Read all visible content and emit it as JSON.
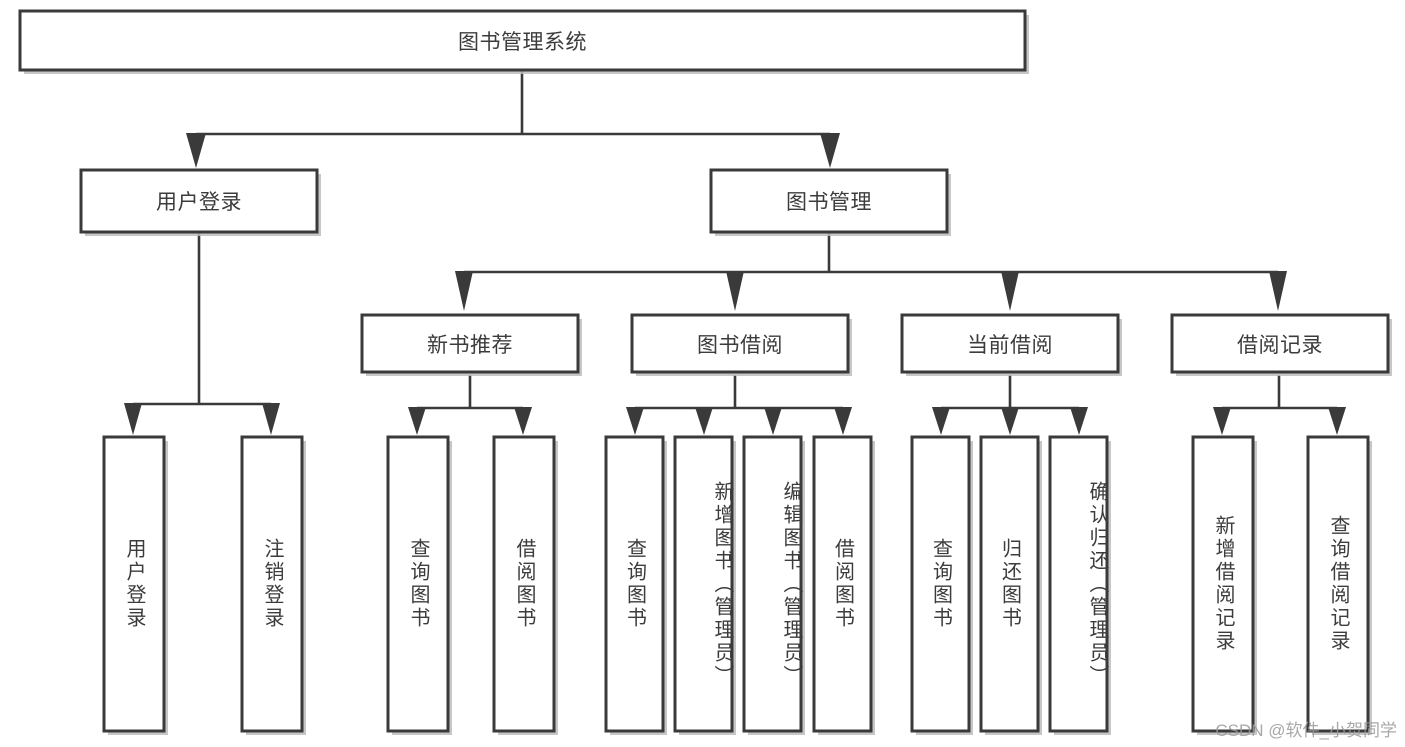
{
  "diagram": {
    "title": "图书管理系统",
    "type": "tree",
    "root": {
      "id": "root",
      "label": "图书管理系统"
    },
    "level2": [
      {
        "id": "user-login",
        "label": "用户登录"
      },
      {
        "id": "book-manage",
        "label": "图书管理"
      }
    ],
    "level3": [
      {
        "id": "new-book-rec",
        "label": "新书推荐",
        "parent": "book-manage"
      },
      {
        "id": "book-borrow",
        "label": "图书借阅",
        "parent": "book-manage"
      },
      {
        "id": "current-borrow",
        "label": "当前借阅",
        "parent": "book-manage"
      },
      {
        "id": "borrow-record",
        "label": "借阅记录",
        "parent": "book-manage"
      }
    ],
    "leaves": [
      {
        "id": "leaf-user-login",
        "label": "用户登录",
        "parent": "user-login"
      },
      {
        "id": "leaf-logout",
        "label": "注销登录",
        "parent": "user-login"
      },
      {
        "id": "leaf-query-book-1",
        "label": "查询图书",
        "parent": "new-book-rec"
      },
      {
        "id": "leaf-borrow-book-1",
        "label": "借阅图书",
        "parent": "new-book-rec"
      },
      {
        "id": "leaf-query-book-2",
        "label": "查询图书",
        "parent": "book-borrow"
      },
      {
        "id": "leaf-add-book",
        "label": "新增图书（管理员）",
        "parent": "book-borrow"
      },
      {
        "id": "leaf-edit-book",
        "label": "编辑图书（管理员）",
        "parent": "book-borrow"
      },
      {
        "id": "leaf-borrow-book-2",
        "label": "借阅图书",
        "parent": "book-borrow"
      },
      {
        "id": "leaf-query-book-3",
        "label": "查询图书",
        "parent": "current-borrow"
      },
      {
        "id": "leaf-return-book",
        "label": "归还图书",
        "parent": "current-borrow"
      },
      {
        "id": "leaf-confirm-return",
        "label": "确认归还（管理员）",
        "parent": "current-borrow"
      },
      {
        "id": "leaf-add-record",
        "label": "新增借阅记录",
        "parent": "borrow-record"
      },
      {
        "id": "leaf-query-record",
        "label": "查询借阅记录",
        "parent": "borrow-record"
      }
    ],
    "colors": {
      "box_fill": "#ffffff",
      "box_stroke": "#3a3a3a",
      "text": "#3c3c3c",
      "background": "#ffffff",
      "watermark": "#9a9a9a"
    }
  },
  "watermark": {
    "text": "CSDN @软件_小贺同学"
  }
}
